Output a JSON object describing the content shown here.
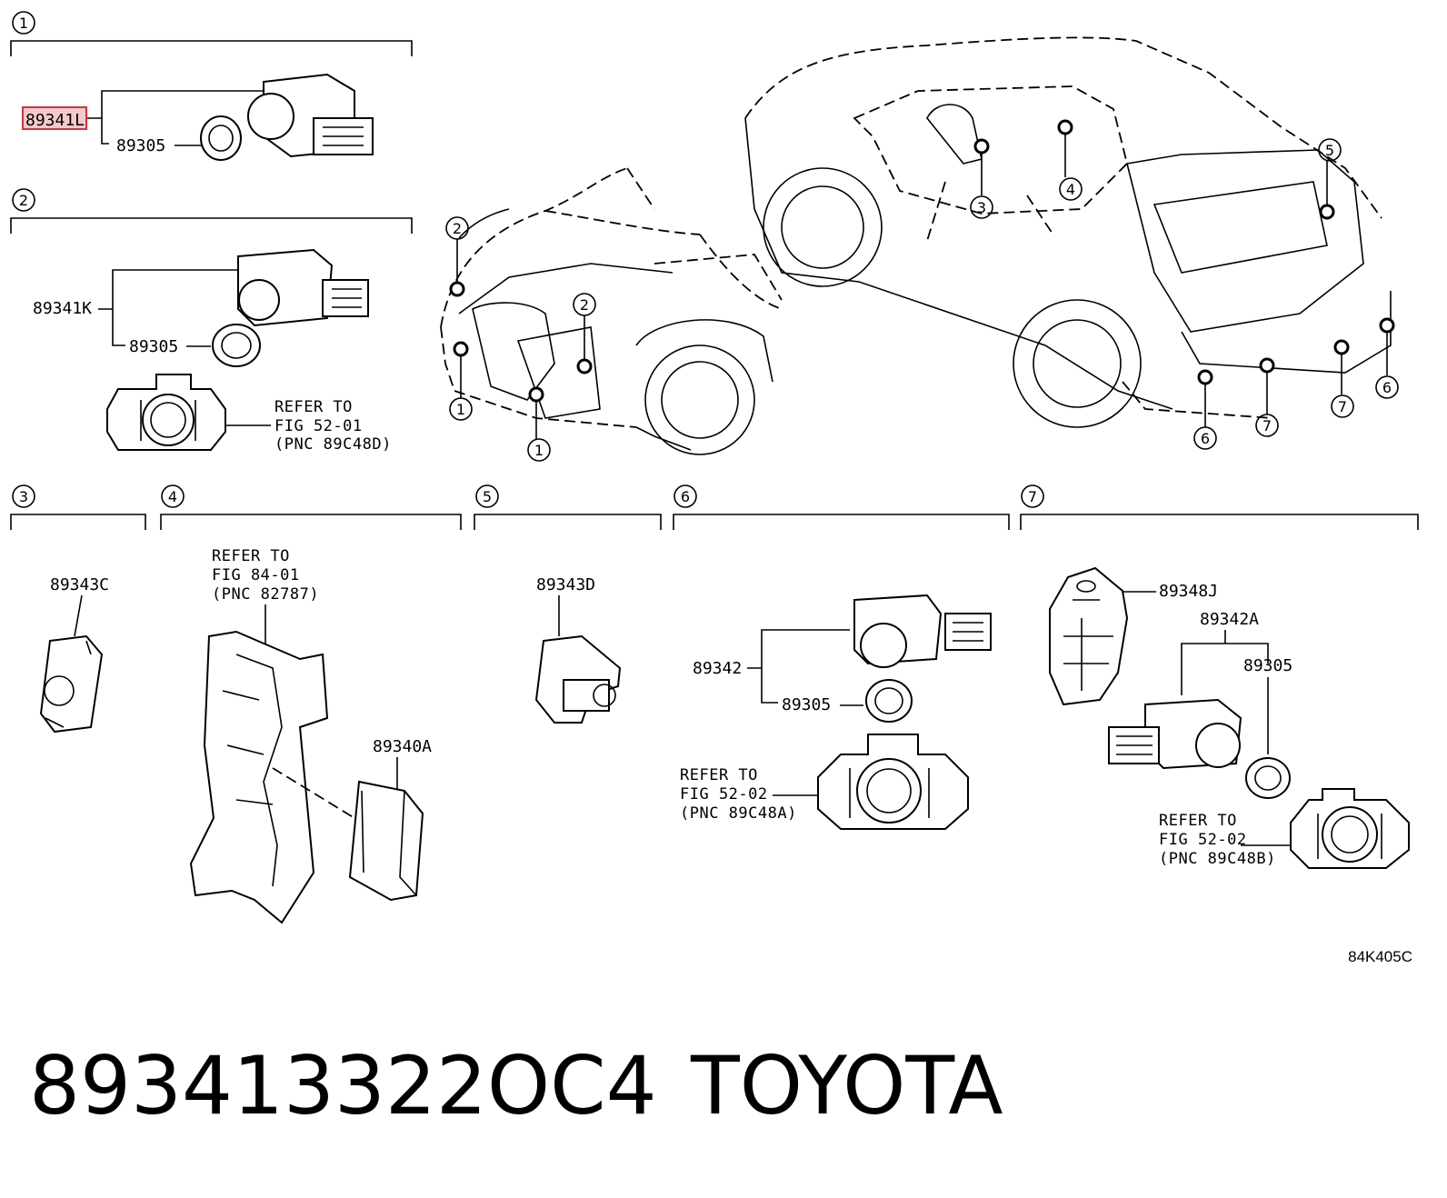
{
  "callouts": [
    "1",
    "2",
    "3",
    "4",
    "5",
    "6",
    "7"
  ],
  "group1": {
    "label_highlight": "89341L",
    "label_ring": "89305"
  },
  "group2": {
    "label_sensor": "89341K",
    "label_ring": "89305",
    "refer_1": "REFER TO",
    "refer_2": "FIG 52-01",
    "refer_3": "(PNC 89C48D)"
  },
  "group3": {
    "label": "89343C"
  },
  "group4": {
    "refer_1": "REFER TO",
    "refer_2": "FIG 84-01",
    "refer_3": "(PNC 82787)",
    "label_module": "89340A"
  },
  "group5": {
    "label": "89343D"
  },
  "group6": {
    "label_sensor": "89342",
    "label_ring": "89305",
    "refer_1": "REFER TO",
    "refer_2": "FIG 52-02",
    "refer_3": "(PNC 89C48A)"
  },
  "group7": {
    "label_bracket": "89348J",
    "label_sensor": "89342A",
    "label_ring": "89305",
    "refer_1": "REFER TO",
    "refer_2": "FIG 52-02",
    "refer_3": "(PNC 89C48B)"
  },
  "figure_code": "84K405C",
  "footer": {
    "part_number": "893413322OC4",
    "brand": "TOYOTA"
  },
  "colors": {
    "highlight_fill": "#f6c9cc",
    "highlight_stroke": "#d0343f"
  }
}
